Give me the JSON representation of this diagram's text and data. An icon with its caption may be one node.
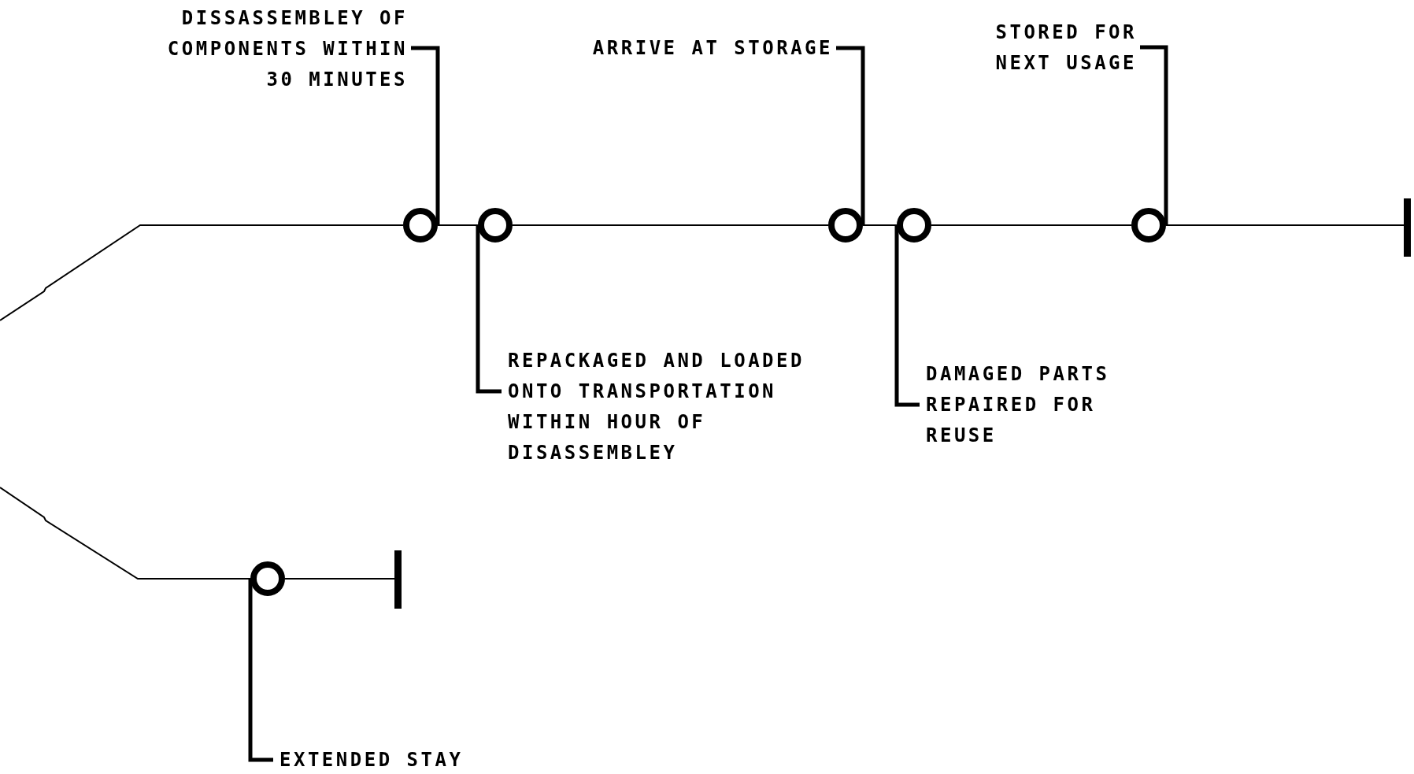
{
  "diagram": {
    "nodes": [
      {
        "text": [
          "DISSASSEMBLEY OF COMPONENTS WITHIN 30 MINUTES"
        ]
      },
      {
        "text": [
          "ARRIVE AT STORAGE"
        ]
      },
      {
        "text": [
          "STORED FOR NEXT USAGE"
        ]
      },
      {
        "text": [],
        "shape": "circle"
      },
      {
        "text": [],
        "shape": "circle"
      },
      {
        "text": [],
        "shape": "circle"
      },
      {
        "text": [],
        "shape": "circle"
      },
      {
        "text": [],
        "shape": "circle"
      },
      {
        "text": [],
        "shape": "bar"
      },
      {
        "text": [],
        "shape": "circle"
      },
      {
        "text": [],
        "shape": "bar"
      },
      {
        "text": [
          "REPACKAGED AND LOADED ONTO TRANSPORTATION WITHIN HOUR OF DISASSEMBLEY"
        ]
      },
      {
        "text": [
          "DAMAGED PARTS REPAIRED FOR REUSE"
        ]
      },
      {
        "text": [
          "EXTENDED STAY"
        ]
      }
    ],
    "edges": [
      {
        "from": 0,
        "to": 3,
        "arrow": "none",
        "style": "thick"
      },
      {
        "from": 11,
        "to": 4,
        "arrow": "none",
        "style": "thick"
      },
      {
        "from": 1,
        "to": 5,
        "arrow": "none",
        "style": "thick"
      },
      {
        "from": 12,
        "to": 6,
        "arrow": "none",
        "style": "thick"
      },
      {
        "from": 2,
        "to": 7,
        "arrow": "none",
        "style": "thick"
      },
      {
        "from": 13,
        "to": 9,
        "arrow": "none",
        "style": "thick"
      },
      {
        "from": null,
        "to": 3,
        "arrow": "none"
      },
      {
        "from": 3,
        "to": 4,
        "arrow": "none"
      },
      {
        "from": 4,
        "to": 5,
        "arrow": "none"
      },
      {
        "from": 5,
        "to": 6,
        "arrow": "none"
      },
      {
        "from": 6,
        "to": 7,
        "arrow": "none"
      },
      {
        "from": 7,
        "to": 8,
        "arrow": "none"
      },
      {
        "from": null,
        "to": 9,
        "arrow": "none"
      },
      {
        "from": 9,
        "to": 10,
        "arrow": "none"
      }
    ]
  }
}
